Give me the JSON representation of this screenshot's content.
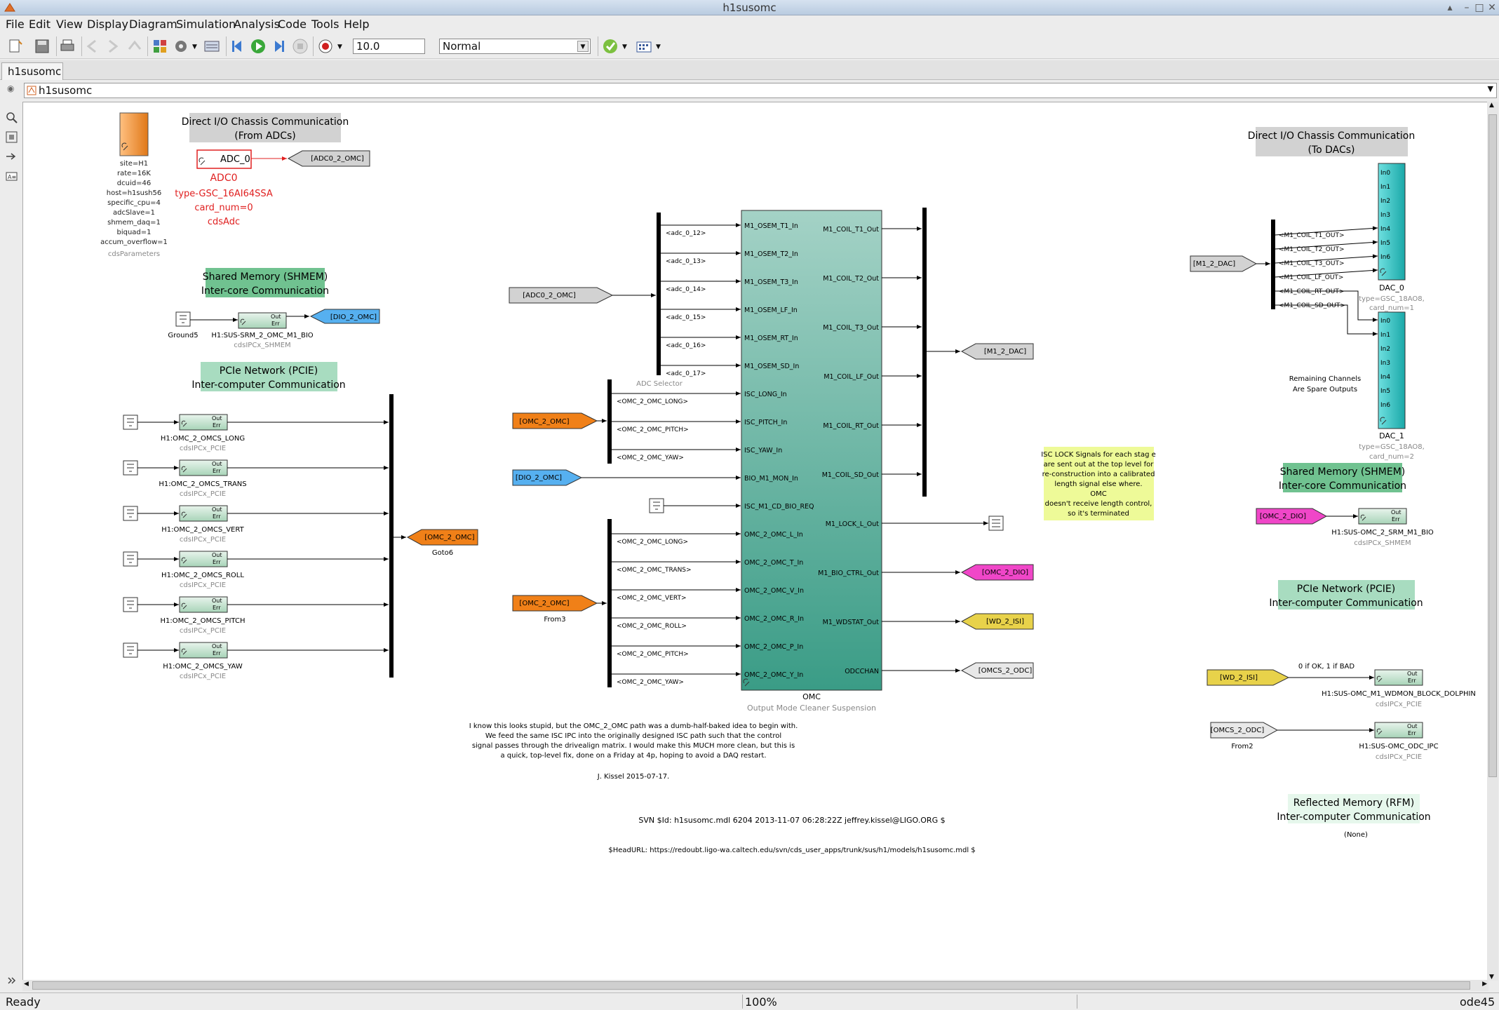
{
  "window": {
    "title": "h1susomc"
  },
  "menu": [
    "File",
    "Edit",
    "View",
    "Display",
    "Diagram",
    "Simulation",
    "Analysis",
    "Code",
    "Tools",
    "Help"
  ],
  "toolbar": {
    "stop_time": "10.0",
    "sim_mode": "Normal"
  },
  "tab": {
    "label": "h1susomc"
  },
  "address": {
    "path": "h1susomc"
  },
  "status": {
    "left": "Ready",
    "zoom": "100%",
    "solver": "ode45"
  },
  "diagram": {
    "params": {
      "lines": [
        "site=H1",
        "rate=16K",
        "dcuid=46",
        "host=h1sush56",
        "specific_cpu=4",
        "adcSlave=1",
        "shmem_daq=1",
        "biquad=1",
        "accum_overflow=1"
      ],
      "caption": "cdsParameters"
    },
    "adc_header": "Direct I/O Chassis Communication\n(From ADCs)",
    "adc": {
      "block": "ADC_0",
      "name": "ADC0",
      "type": "type-GSC_16AI64SSA",
      "card": "card_num=0",
      "sub": "cdsAdc"
    },
    "goto_adc": "[ADC0_2_OMC]",
    "shmem_header_left": "Shared Memory (SHMEM)\nInter-core Communication",
    "ground5": "Ground5",
    "srm_block": "H1:SUS-SRM_2_OMC_M1_BIO",
    "srm_sub": "cdsIPCx_SHMEM",
    "goto_dio": "[DIO_2_OMC]",
    "pcie_header_left": "PCIe Network (PCIE)\nInter-computer Communication",
    "ipc_rx": [
      {
        "name": "H1:OMC_2_OMCS_LONG",
        "sub": "cdsIPCx_PCIE"
      },
      {
        "name": "H1:OMC_2_OMCS_TRANS",
        "sub": "cdsIPCx_PCIE"
      },
      {
        "name": "H1:OMC_2_OMCS_VERT",
        "sub": "cdsIPCx_PCIE"
      },
      {
        "name": "H1:OMC_2_OMCS_ROLL",
        "sub": "cdsIPCx_PCIE"
      },
      {
        "name": "H1:OMC_2_OMCS_PITCH",
        "sub": "cdsIPCx_PCIE"
      },
      {
        "name": "H1:OMC_2_OMCS_YAW",
        "sub": "cdsIPCx_PCIE"
      }
    ],
    "ipc_out": "Out",
    "ipc_err": "Err",
    "goto6": {
      "tag": "[OMC_2_OMC]",
      "name": "Goto6"
    },
    "from_adc": "[ADC0_2_OMC]",
    "adc_sel_labels": [
      "<adc_0_12>",
      "<adc_0_13>",
      "<adc_0_14>",
      "<adc_0_15>",
      "<adc_0_16>",
      "<adc_0_17>"
    ],
    "adc_sel_name": "ADC Selector",
    "from_omc1": "[OMC_2_OMC]",
    "isc_labels": [
      "<OMC_2_OMC_LONG>",
      "<OMC_2_OMC_PITCH>",
      "<OMC_2_OMC_YAW>"
    ],
    "from_dio": "[DIO_2_OMC]",
    "from3": {
      "tag": "[OMC_2_OMC]",
      "name": "From3"
    },
    "omc_sel_labels": [
      "<OMC_2_OMC_LONG>",
      "<OMC_2_OMC_TRANS>",
      "<OMC_2_OMC_VERT>",
      "<OMC_2_OMC_ROLL>",
      "<OMC_2_OMC_PITCH>",
      "<OMC_2_OMC_YAW>"
    ],
    "omc_inputs": [
      "M1_OSEM_T1_In",
      "M1_OSEM_T2_In",
      "M1_OSEM_T3_In",
      "M1_OSEM_LF_In",
      "M1_OSEM_RT_In",
      "M1_OSEM_SD_In",
      "ISC_LONG_In",
      "ISC_PITCH_In",
      "ISC_YAW_In",
      "BIO_M1_MON_In",
      "ISC_M1_CD_BIO_REQ",
      "OMC_2_OMC_L_In",
      "OMC_2_OMC_T_In",
      "OMC_2_OMC_V_In",
      "OMC_2_OMC_R_In",
      "OMC_2_OMC_P_In",
      "OMC_2_OMC_Y_In"
    ],
    "omc_outputs": [
      "M1_COIL_T1_Out",
      "M1_COIL_T2_Out",
      "M1_COIL_T3_Out",
      "M1_COIL_LF_Out",
      "M1_COIL_RT_Out",
      "M1_COIL_SD_Out",
      "M1_LOCK_L_Out",
      "M1_BIO_CTRL_Out",
      "M1_WDSTAT_Out",
      "ODCCHAN"
    ],
    "omc_name": "OMC",
    "omc_sub": "Output Mode Cleaner Suspension",
    "goto_m1dac": "[M1_2_DAC]",
    "goto_omcdio": "[OMC_2_DIO]",
    "goto_wdisi": "[WD_2_ISI]",
    "goto_odc": "[OMCS_2_ODC]",
    "isc_note": [
      "ISC LOCK Signals for each stag e",
      "are sent out at the top level for",
      "re-construction into a calibrated",
      "length signal else where.",
      "OMC",
      "doesn't receive length control,",
      "so it's terminated"
    ],
    "kissel_note": [
      "I know this looks stupid, but the OMC_2_OMC path was a dumb-half-baked idea to begin with.",
      "We feed the same ISC IPC into the originally designed ISC path such that the control",
      "signal passes through the drivealign matrix. I would make this MUCH more clean, but this is",
      "a quick, top-level fix, done on a Friday at 4p, hoping to avoid a DAQ restart.",
      "J. Kissel 2015-07-17."
    ],
    "svn_id": "SVN $Id: h1susomc.mdl 6204 2013-11-07 06:28:22Z jeffrey.kissel@LIGO.ORG $",
    "head_url": "$HeadURL: https://redoubt.ligo-wa.caltech.edu/svn/cds_user_apps/trunk/sus/h1/models/h1susomc.mdl $",
    "dac_header": "Direct I/O Chassis Communication\n(To DACs)",
    "from_m1dac": "[M1_2_DAC]",
    "dac_sel_labels": [
      "<M1_COIL_T1_OUT>",
      "<M1_COIL_T2_OUT>",
      "<M1_COIL_T3_OUT>",
      "<M1_COIL_LF_OUT>",
      "<M1_COIL_RT_OUT>",
      "<M1_COIL_SD_OUT>"
    ],
    "dac0": {
      "ports": [
        "In0",
        "In1",
        "In2",
        "In3",
        "In4",
        "In5",
        "In6"
      ],
      "name": "DAC_0",
      "type": "type=GSC_18AO8,",
      "card": "card_num=1"
    },
    "dac1": {
      "ports": [
        "In0",
        "In1",
        "In2",
        "In3",
        "In4",
        "In5",
        "In6"
      ],
      "name": "DAC_1",
      "type": "type=GSC_18AO8,",
      "card": "card_num=2"
    },
    "spare_note": "Remaining Channels\nAre Spare Outputs",
    "shmem_header_right": "Shared Memory (SHMEM)\nInter-core Communication",
    "from_omcdio": "[OMC_2_DIO]",
    "bio_block": "H1:SUS-OMC_2_SRM_M1_BIO",
    "bio_sub": "cdsIPCx_SHMEM",
    "pcie_header_right": "PCIe Network (PCIE)\nInter-computer Communication",
    "wd_note": "0 if OK, 1 if BAD",
    "from_wdisi": "[WD_2_ISI]",
    "wd_block": "H1:SUS-OMC_M1_WDMON_BLOCK_DOLPHIN",
    "wd_sub": "cdsIPCx_PCIE",
    "from2": {
      "tag": "[OMCS_2_ODC]",
      "name": "From2"
    },
    "odc_block": "H1:SUS-OMC_ODC_IPC",
    "odc_sub": "cdsIPCx_PCIE",
    "rfm_header": "Reflected Memory (RFM)\nInter-computer Communication",
    "rfm_none": "(None)"
  },
  "colors": {
    "orange": "#f08018",
    "blue": "#56b0f0",
    "magenta": "#f046c8",
    "yellow": "#e8d24a",
    "gray": "#d2d2d2",
    "omc_top": "#a4d2c6",
    "omc_bottom": "#3a9c86",
    "dac": "#2cc8c8",
    "adc_red": "#e02020",
    "shmem_green": "#70c290",
    "pcie_green": "#a8dcc0",
    "note_yellow": "#eefa98"
  }
}
